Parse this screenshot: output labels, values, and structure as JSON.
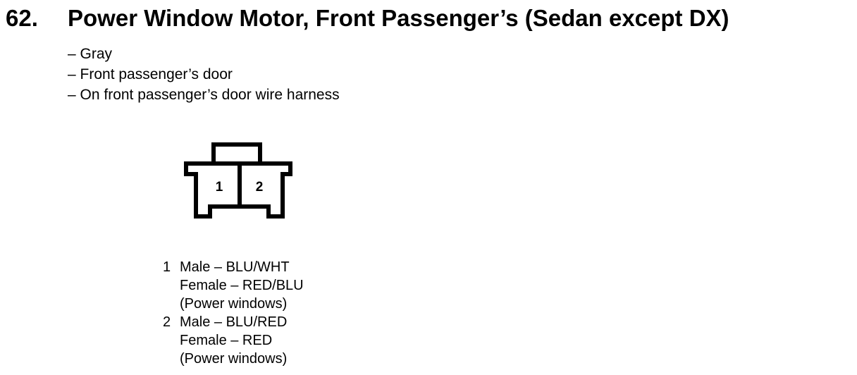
{
  "header": {
    "number": "62.",
    "title": "Power Window Motor, Front Passenger’s (Sedan except DX)"
  },
  "description": [
    "– Gray",
    "– Front passenger’s door",
    "– On front passenger’s door wire harness"
  ],
  "connector": {
    "cavity_labels": [
      "1",
      "2"
    ]
  },
  "pins": [
    {
      "number": "1",
      "male": "Male – BLU/WHT",
      "female": "Female – RED/BLU",
      "circuit": "(Power windows)"
    },
    {
      "number": "2",
      "male": "Male – BLU/RED",
      "female": "Female – RED",
      "circuit": "(Power windows)"
    }
  ]
}
